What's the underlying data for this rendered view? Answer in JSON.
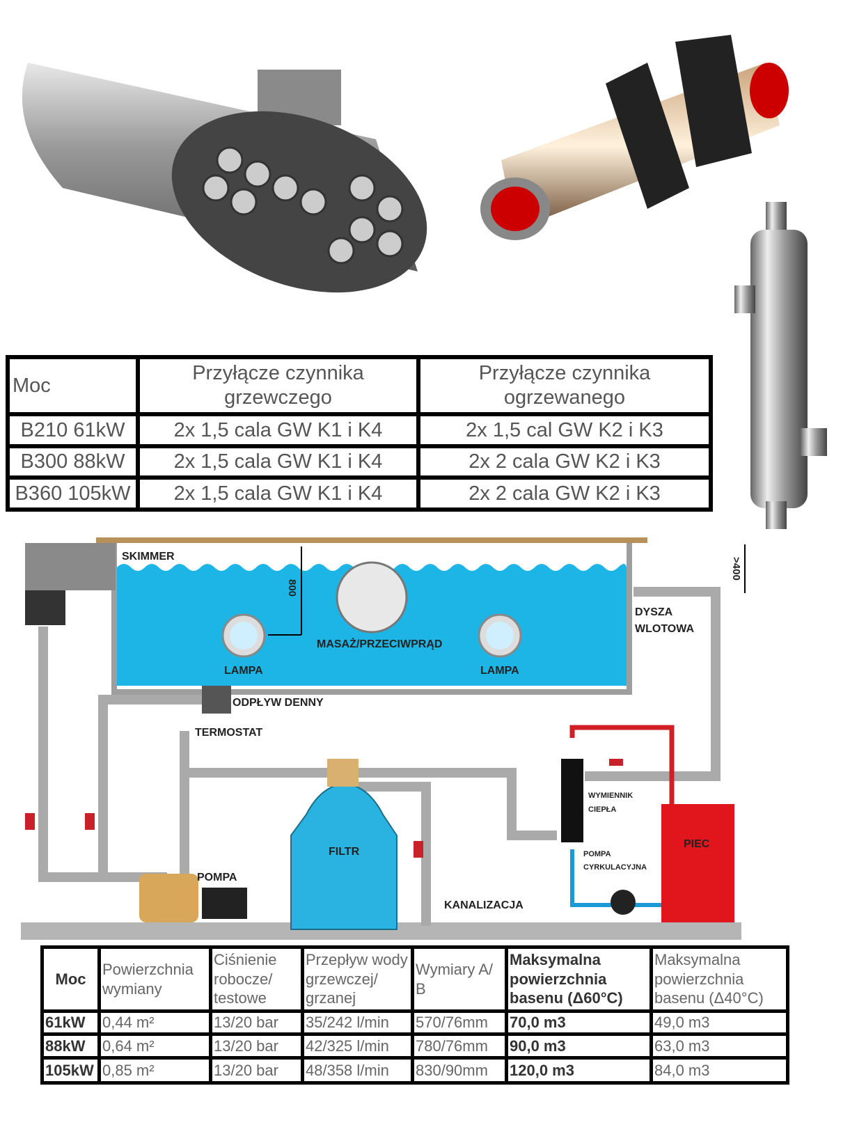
{
  "top_table": {
    "headers": [
      "Moc",
      "Przyłącze czynnika grzewczego",
      "Przyłącze czynnika ogrzewanego"
    ],
    "rows": [
      [
        "B210 61kW",
        "2x 1,5 cala GW K1 i K4",
        "2x 1,5 cal GW K2 i K3"
      ],
      [
        "B300 88kW",
        "2x 1,5 cala GW K1 i K4",
        "2x 2 cala GW K2 i K3"
      ],
      [
        "B360 105kW",
        "2x 1,5 cala GW K1 i K4",
        "2x 2 cala GW K2 i K3"
      ]
    ]
  },
  "diagram": {
    "skimmer": "SKIMMER",
    "depth": "800",
    "height_over": ">400",
    "massage": "MASAŻ/PRZECIWPRĄD",
    "lamp1": "LAMPA",
    "lamp2": "LAMPA",
    "inlet1": "DYSZA",
    "inlet2": "WLOTOWA",
    "drain": "ODPŁYW DENNY",
    "thermostat": "TERMOSTAT",
    "exchanger1": "WYMIENNIK",
    "exchanger2": "CIEPŁA",
    "filter": "FILTR",
    "heater": "PIEC",
    "pump": "POMPA",
    "circ_pump1": "POMPA",
    "circ_pump2": "CYRKULACYJNA",
    "sewer": "KANALIZACJA"
  },
  "bottom_table": {
    "headers": [
      "Moc",
      "Powierzchnia wymiany",
      "Ciśnienie robocze/ testowe",
      "Przepływ wody grzewczej/ grzanej",
      "Wymiary A/ B",
      "Maksymalna powierzchnia basenu (Δ60°C)",
      "Maksymalna powierzchnia basenu (Δ40°C)"
    ],
    "rows": [
      [
        "61kW",
        "0,44 m²",
        "13/20 bar",
        "35/242 l/min",
        "570/76mm",
        "70,0 m3",
        "49,0 m3"
      ],
      [
        "88kW",
        "0,64 m²",
        "13/20 bar",
        "42/325 l/min",
        "780/76mm",
        "90,0 m3",
        "63,0 m3"
      ],
      [
        "105kW",
        "0,85 m²",
        "13/20 bar",
        "48/358 l/min",
        "830/90mm",
        "120,0 m3",
        "84,0 m3"
      ]
    ]
  }
}
